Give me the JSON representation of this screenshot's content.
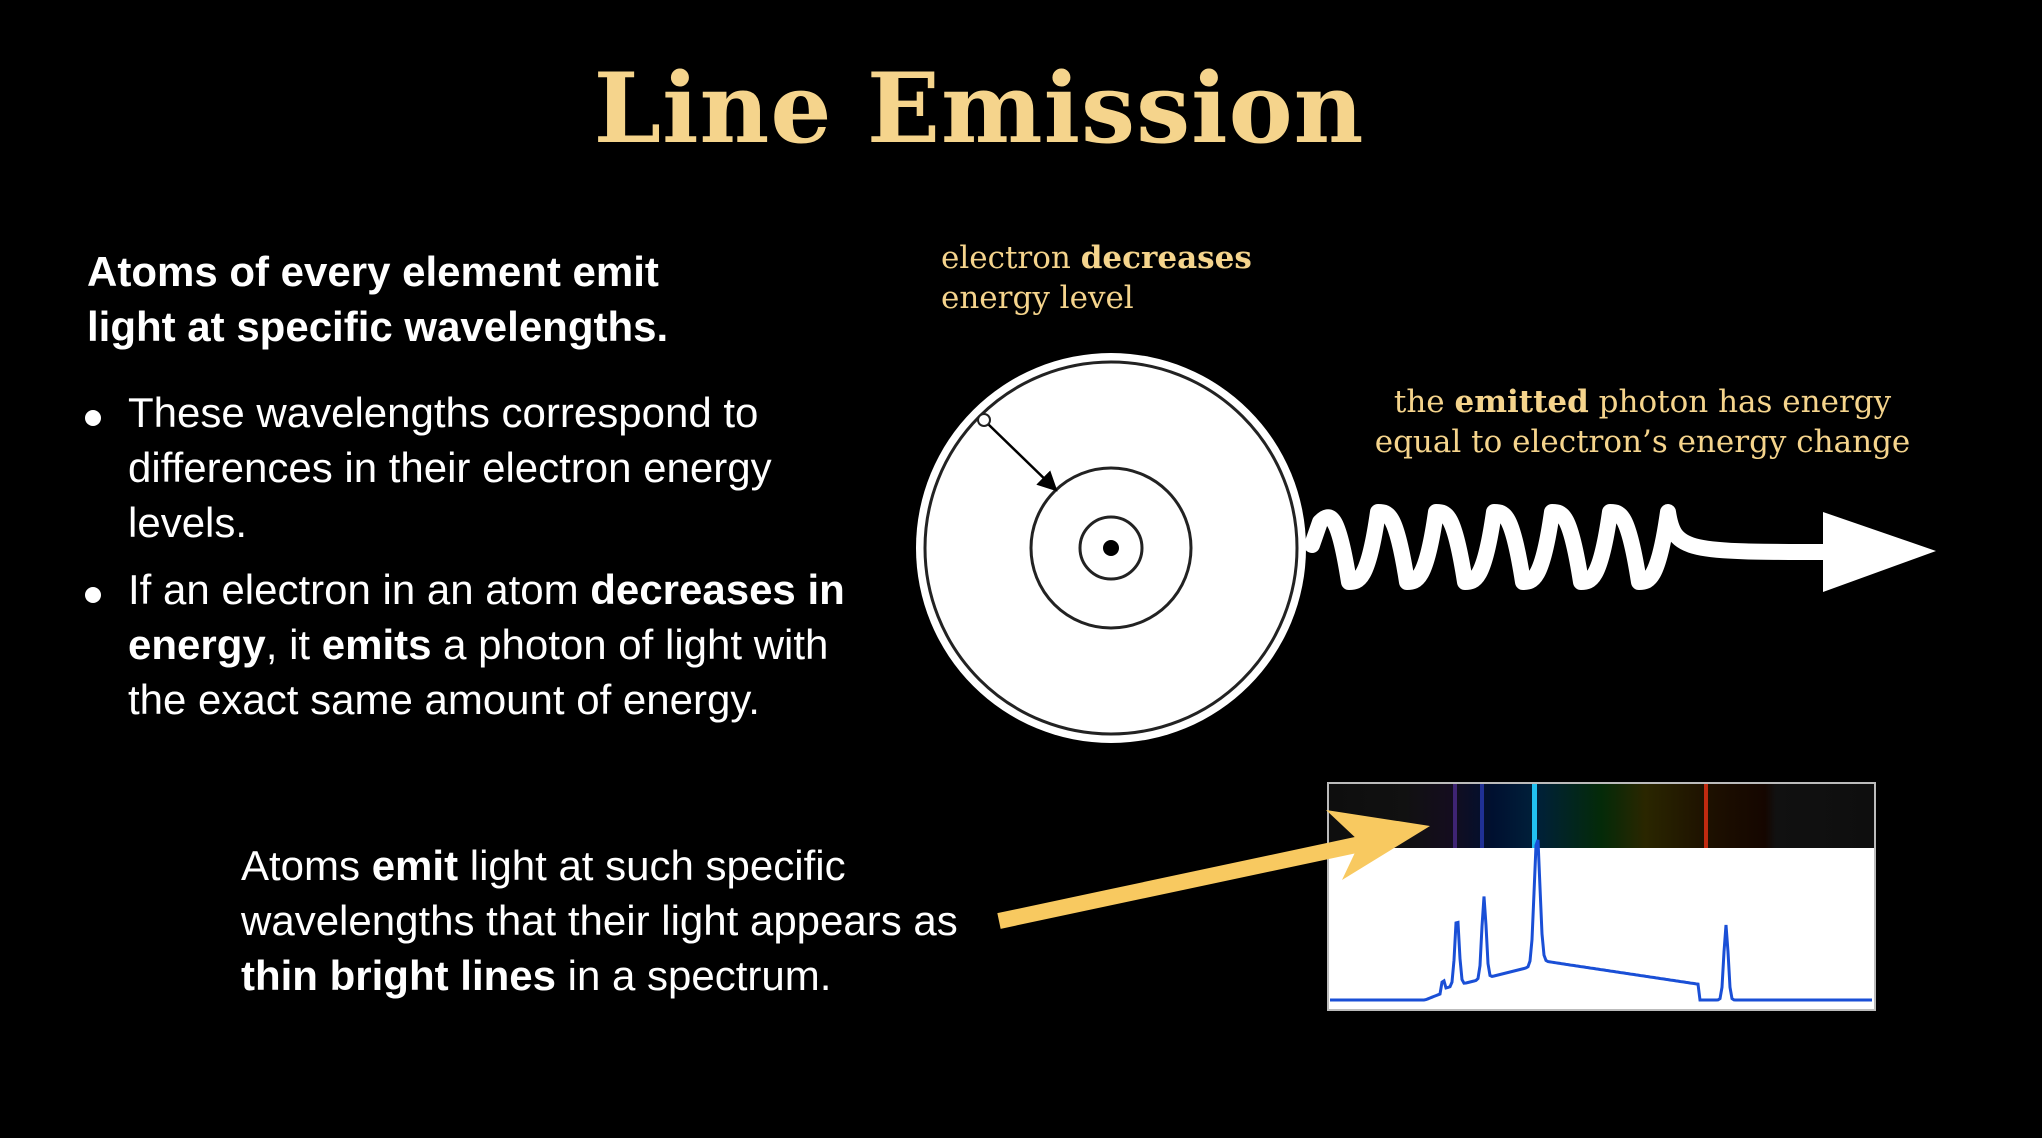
{
  "title": "Line Emission",
  "lead": {
    "line1": "Atoms of every element emit",
    "line2": "light at specific wavelengths."
  },
  "bullets": [
    {
      "text": "These wavelengths correspond to differences in their electron energy levels."
    },
    {
      "p1": "If an electron in an atom ",
      "b1": "decreases in energy",
      "p2": ", it ",
      "b2": "emits",
      "p3": " a photon of light with the exact same amount of energy."
    }
  ],
  "note": {
    "p1": "Atoms ",
    "b1": "emit",
    "p2": " light at such specific wavelengths that their light appears as ",
    "b2": "thin bright lines",
    "p3": " in a spectrum."
  },
  "labels": {
    "electron": {
      "p1": "electron ",
      "b1": "decreases",
      "p2": "energy level"
    },
    "photon": {
      "p1": "the ",
      "b1": "emitted",
      "p2": " photon has energy",
      "p3": "equal to electron’s energy change"
    }
  },
  "colors": {
    "accent": "#F5D48C",
    "arrow": "#F8C960",
    "spectrum_line": "#1a4fd6"
  }
}
